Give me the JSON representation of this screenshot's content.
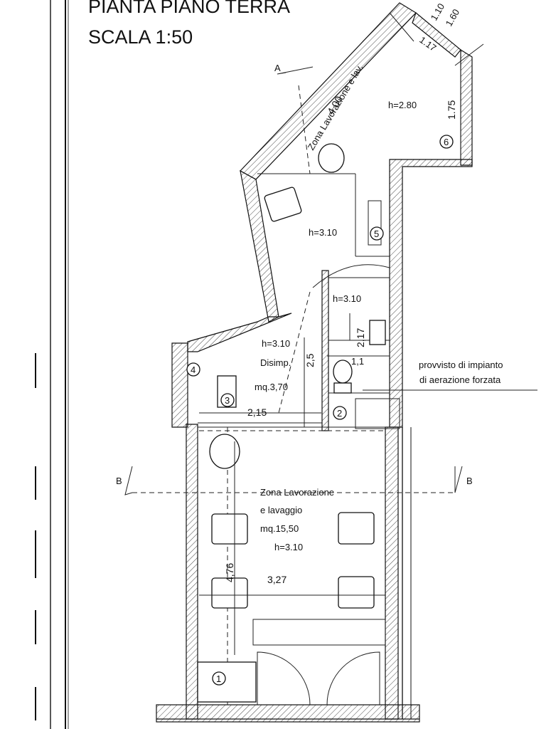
{
  "drawing": {
    "title_line1": "PIANTA PIANO TERRA",
    "title_line2": "SCALA 1:50"
  },
  "rooms": {
    "upper_room": {
      "name": "Zona Lavorazione e lav.",
      "height": "h=2.80"
    },
    "middle_room": {
      "height": "h=3.10"
    },
    "wc": {
      "height": "h=3.10"
    },
    "disimpegno": {
      "height": "h=3.10",
      "name": "Disimp.",
      "area": "mq.3,70"
    },
    "main_room": {
      "name_line1": "Zona Lavorazione",
      "name_line2": "e lavaggio",
      "area": "mq.15,50",
      "height": "h=3.10"
    }
  },
  "dimensions": {
    "d_400": "4.00",
    "d_110": "1.10",
    "d_160": "1.60",
    "d_117": "1.17",
    "d_175": "1.75",
    "d_217": "2,17",
    "d_25": "2,5",
    "d_11": "1,1",
    "d_215": "2,15",
    "d_476": "4,76",
    "d_327": "3,27"
  },
  "sections": {
    "a": "A",
    "b_left": "B",
    "b_right": "B"
  },
  "markers": [
    "1",
    "2",
    "3",
    "4",
    "5",
    "6"
  ],
  "note": {
    "line1": "provvisto di impianto",
    "line2": "di aerazione forzata"
  }
}
